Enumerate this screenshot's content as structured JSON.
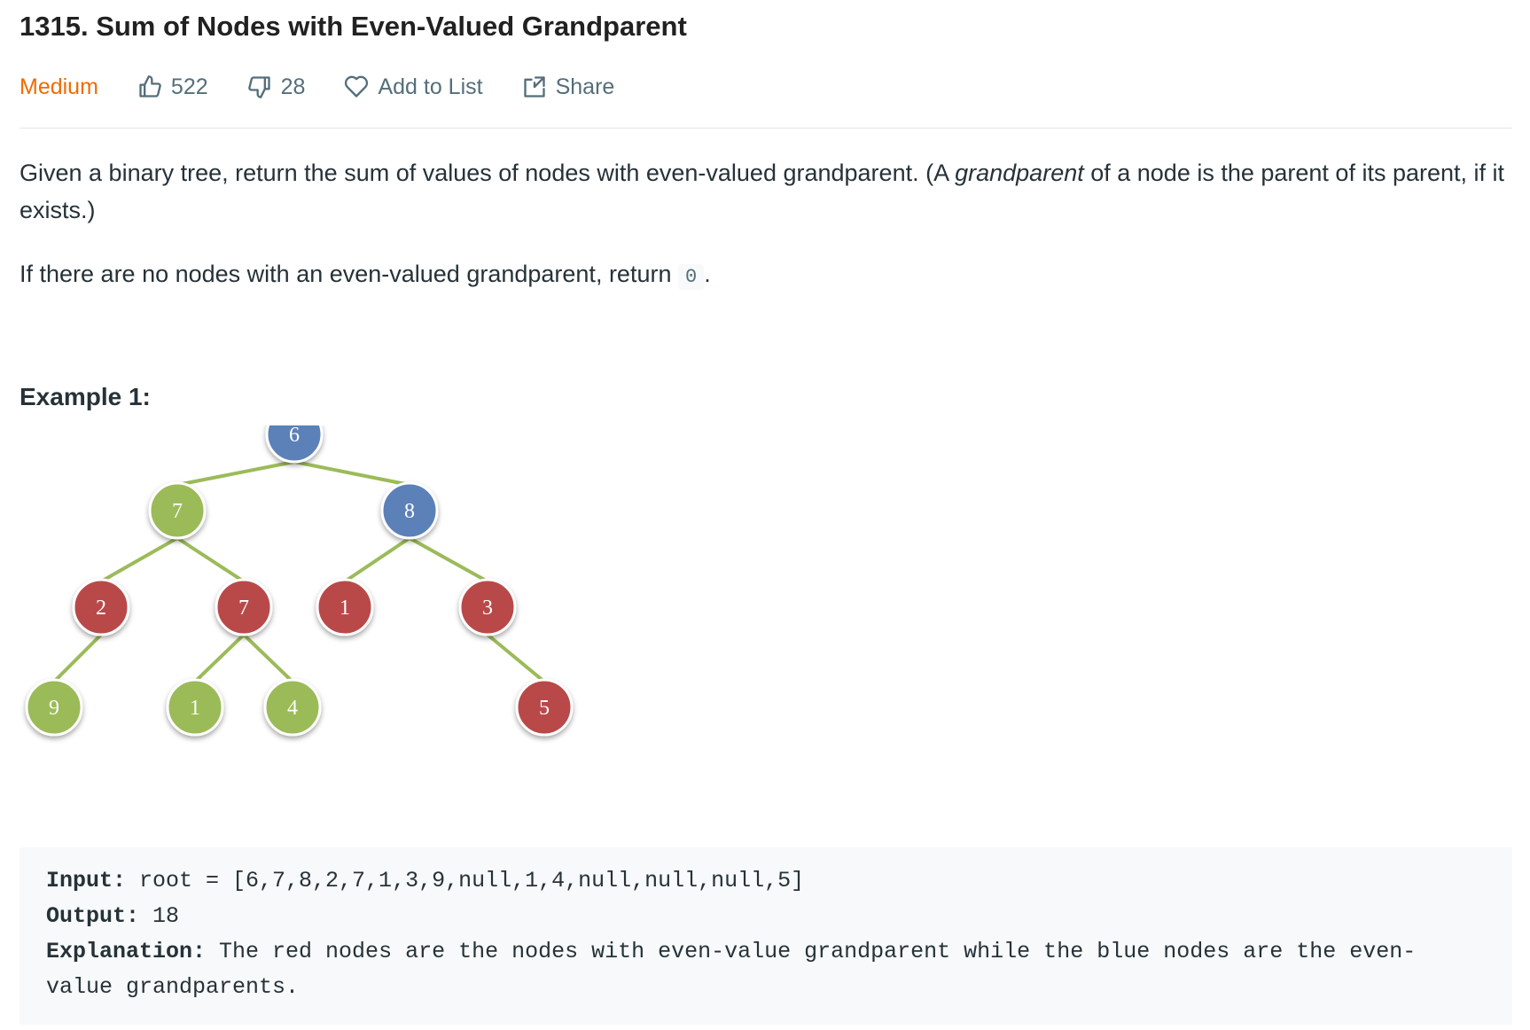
{
  "problem": {
    "title": "1315. Sum of Nodes with Even-Valued Grandparent",
    "difficulty": "Medium",
    "likes": "522",
    "dislikes": "28",
    "add_to_list_label": "Add to List",
    "share_label": "Share"
  },
  "description": {
    "p1_before_em": "Given a binary tree, return the sum of values of nodes with even-valued grandparent.  (A ",
    "p1_em": "grandparent",
    "p1_after_em": " of a node is the parent of its parent, if it exists.)",
    "p2_before_code": "If there are no nodes with an even-valued grandparent, return ",
    "p2_code": "0",
    "p2_after_code": "."
  },
  "example": {
    "title": "Example 1:",
    "input_label": "Input:",
    "input_value": " root = [6,7,8,2,7,1,3,9,null,1,4,null,null,null,5]",
    "output_label": "Output:",
    "output_value": " 18",
    "explanation_label": "Explanation:",
    "explanation_line1": " The red nodes are the nodes with even-value grandparent while the blue nodes are the even-",
    "explanation_line2": "value grandparents."
  },
  "tree": {
    "colors": {
      "blue": "#5b80b8",
      "green": "#9bbb59",
      "red": "#b94a48",
      "edge": "#9bbb59"
    },
    "nodes": [
      {
        "id": "n6",
        "label": "6",
        "color": "blue"
      },
      {
        "id": "n7a",
        "label": "7",
        "color": "green"
      },
      {
        "id": "n8",
        "label": "8",
        "color": "blue"
      },
      {
        "id": "n2",
        "label": "2",
        "color": "red"
      },
      {
        "id": "n7b",
        "label": "7",
        "color": "red"
      },
      {
        "id": "n1a",
        "label": "1",
        "color": "red"
      },
      {
        "id": "n3",
        "label": "3",
        "color": "red"
      },
      {
        "id": "n9",
        "label": "9",
        "color": "green"
      },
      {
        "id": "n1b",
        "label": "1",
        "color": "green"
      },
      {
        "id": "n4",
        "label": "4",
        "color": "green"
      },
      {
        "id": "n5",
        "label": "5",
        "color": "red"
      }
    ],
    "edges": [
      [
        "n6",
        "n7a"
      ],
      [
        "n6",
        "n8"
      ],
      [
        "n7a",
        "n2"
      ],
      [
        "n7a",
        "n7b"
      ],
      [
        "n8",
        "n1a"
      ],
      [
        "n8",
        "n3"
      ],
      [
        "n2",
        "n9"
      ],
      [
        "n7b",
        "n1b"
      ],
      [
        "n7b",
        "n4"
      ],
      [
        "n3",
        "n5"
      ]
    ]
  }
}
